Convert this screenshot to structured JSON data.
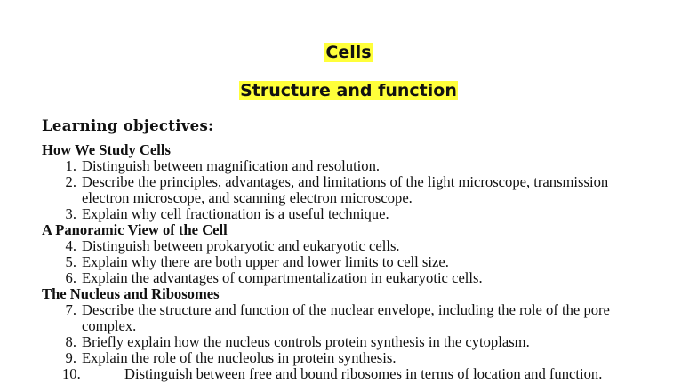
{
  "title": "Cells",
  "subtitle": "Structure and function",
  "highlight_color": "#ffff3a",
  "learning_objectives_label": "Learning objectives:",
  "sections": [
    {
      "heading": "How We Study Cells",
      "items": [
        {
          "num": "1.",
          "text": "Distinguish between magnification and resolution."
        },
        {
          "num": "2.",
          "text": "Describe the principles, advantages, and limitations of the light microscope, transmission electron microscope, and scanning electron microscope."
        },
        {
          "num": "3.",
          "text": "Explain why cell fractionation is a useful technique."
        }
      ]
    },
    {
      "heading": "A Panoramic View of the Cell",
      "items": [
        {
          "num": "4.",
          "text": "Distinguish between prokaryotic and eukaryotic cells."
        },
        {
          "num": "5.",
          "text": "Explain why there are both upper and lower limits to cell size."
        },
        {
          "num": "6.",
          "text": "Explain the advantages of compartmentalization in eukaryotic cells."
        }
      ]
    },
    {
      "heading": "The Nucleus and Ribosomes",
      "items": [
        {
          "num": "7.",
          "text": "Describe the structure and function of the nuclear envelope, including the role of the pore complex."
        },
        {
          "num": "8.",
          "text": "Briefly explain how the nucleus controls protein synthesis in the cytoplasm."
        },
        {
          "num": "9.",
          "text": "Explain the role of the nucleolus in protein synthesis."
        },
        {
          "num": "10.",
          "text": "Distinguish between free and bound ribosomes in terms of location and function."
        }
      ]
    }
  ]
}
